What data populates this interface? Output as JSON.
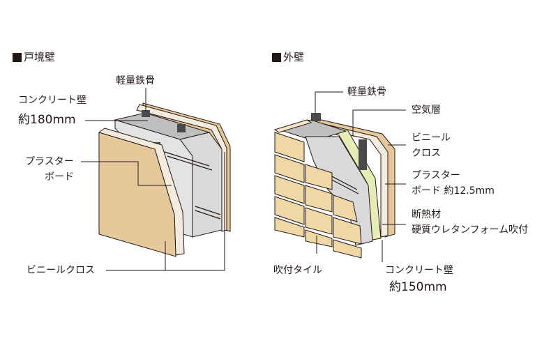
{
  "colors": {
    "ink": "#231815",
    "board": "#e6c99b",
    "cloth": "#f3ecde",
    "concrete": "#d9d9d9",
    "concrete_dark": "#a9a9a9",
    "steel": "#4a4a4a",
    "tile": "#efd7a6",
    "insulation": "#e6ecb5"
  },
  "left": {
    "heading": "戸境壁",
    "labels": {
      "steel": "軽量鉄骨",
      "concrete_line1": "コンクリート壁",
      "concrete_line2": "約180mm",
      "plaster_line1": "プラスター",
      "plaster_line2": "ボード",
      "vinyl": "ビニールクロス"
    }
  },
  "right": {
    "heading": "外壁",
    "labels": {
      "steel": "軽量鉄骨",
      "air": "空気層",
      "vinyl_line1": "ビニール",
      "vinyl_line2": "クロス",
      "plaster_line1": "プラスター",
      "plaster_line2": "ボード 約12.5mm",
      "insul_line1": "断熱材",
      "insul_line2": "硬質ウレタンフォーム吹付",
      "tile": "吹付タイル",
      "concrete_line1": "コンクリート壁",
      "concrete_line2": "約150mm"
    }
  }
}
